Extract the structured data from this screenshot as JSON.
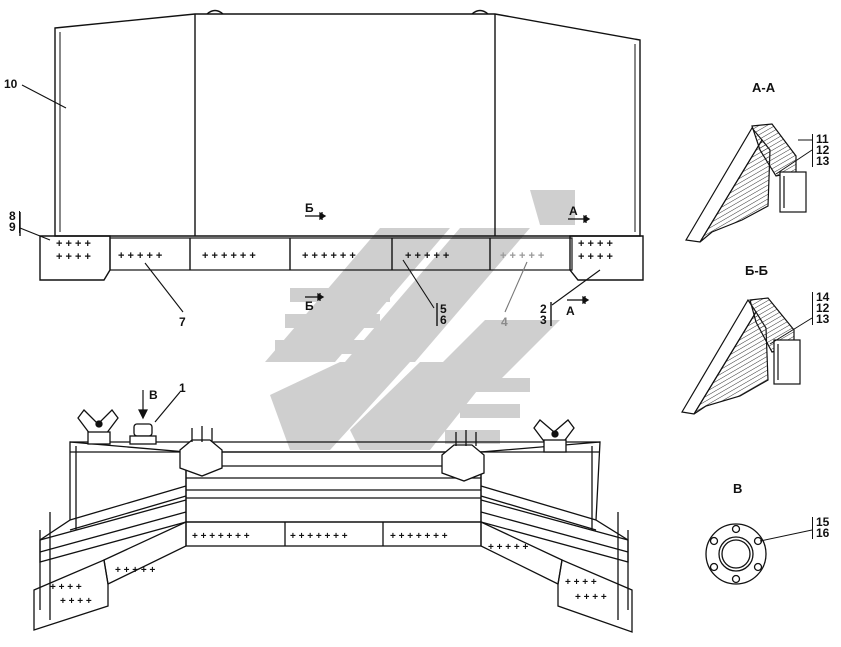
{
  "colors": {
    "line": "#111111",
    "watermark": "#c8c8c8",
    "hatch": "#333333"
  },
  "callouts": {
    "c1": "1",
    "c4": "4",
    "c7": "7",
    "c10": "10",
    "c8_9": [
      "8",
      "9"
    ],
    "c5_6": [
      "5",
      "6"
    ],
    "c2_3": [
      "2",
      "3"
    ],
    "c11_13": [
      "11",
      "12",
      "13"
    ],
    "c14_13": [
      "14",
      "12",
      "13"
    ],
    "c15_16": [
      "15",
      "16"
    ]
  },
  "section_marks": {
    "b_top": "Б",
    "b_bottom": "Б",
    "a_top": "А",
    "a_bottom": "А",
    "v_mark": "В"
  },
  "section_titles": {
    "aa": "А-А",
    "bb": "Б-Б",
    "v": "В"
  }
}
